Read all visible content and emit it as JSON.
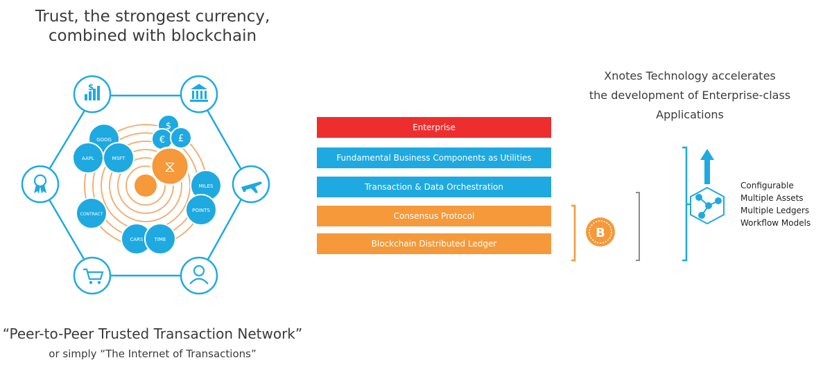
{
  "headline": {
    "line1": "Trust, the strongest currency,",
    "line2": "combined with blockchain"
  },
  "network": {
    "outer_icons": [
      "money-growth-icon",
      "bank-icon",
      "airplane-icon",
      "person-icon",
      "cart-icon",
      "award-ribbon-icon"
    ],
    "assets": [
      "GOOG",
      "AAPL",
      "MSFT",
      "MILES",
      "POINTS",
      "CONTRACT",
      "CARS",
      "TIME"
    ],
    "currency_symbols": [
      "$",
      "€",
      "£"
    ],
    "center_symbol": "⧖",
    "colors": {
      "blue": "#1ea9e1",
      "orange": "#f5993a",
      "ring": "#f5a866",
      "hex_line": "#1ea9e1"
    }
  },
  "footer": {
    "main": "“Peer-to-Peer Trusted Transaction Network”",
    "sub": "or simply “The Internet of Transactions”"
  },
  "xnotes": {
    "line1": "Xnotes Technology accelerates",
    "line2": "the development of Enterprise-class",
    "line3": "Applications"
  },
  "stack": {
    "layers": [
      "Enterprise",
      "Fundamental Business Components as Utilities",
      "Transaction & Data Orchestration",
      "Consensus Protocol",
      "Blockchain Distributed Ledger"
    ],
    "colors": {
      "red": "#ee2e2e",
      "blue": "#1ea9e1",
      "orange": "#f5993a"
    }
  },
  "platforms": {
    "bitcoin_symbol": "B",
    "icons": [
      "bitcoin-icon",
      "ethereum-icon",
      "xnotes-network-icon",
      "up-arrow-icon"
    ]
  },
  "features": [
    "Configurable",
    "Multiple Assets",
    "Multiple Ledgers",
    "Workflow Models"
  ]
}
